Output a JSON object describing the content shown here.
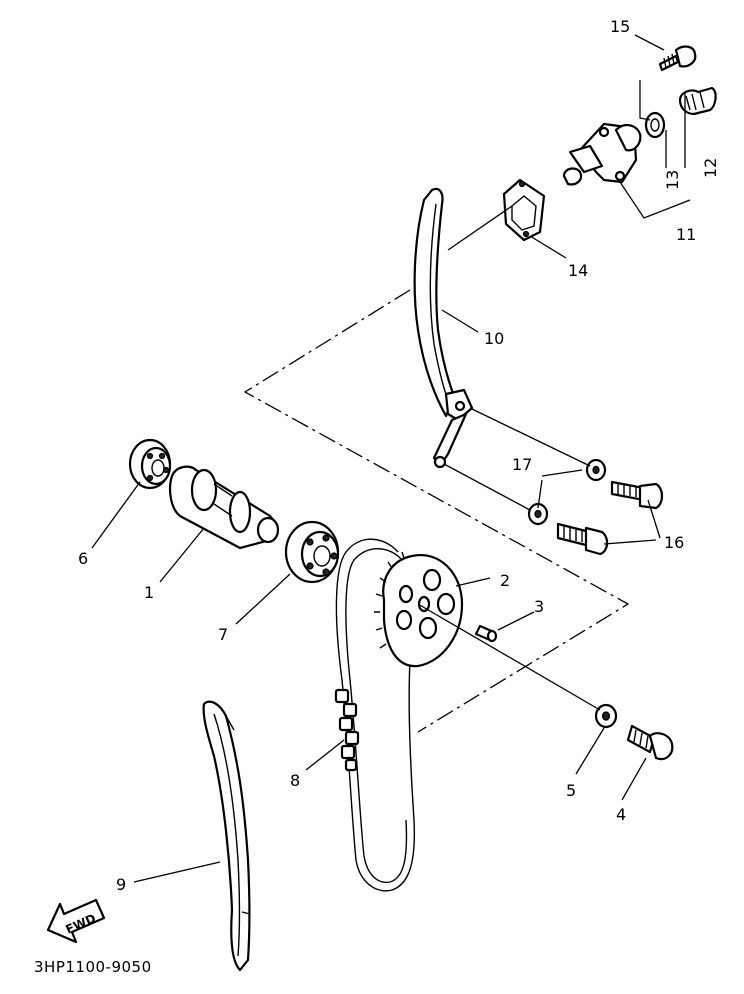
{
  "callouts": {
    "c1": "1",
    "c2": "2",
    "c3": "3",
    "c4": "4",
    "c5": "5",
    "c6": "6",
    "c7": "7",
    "c8": "8",
    "c9": "9",
    "c10": "10",
    "c11": "11",
    "c12": "12",
    "c13": "13",
    "c14": "14",
    "c15": "15",
    "c16": "16",
    "c17": "17"
  },
  "fwd_label": "FWD",
  "diagram_code": "3HP1100-9050"
}
